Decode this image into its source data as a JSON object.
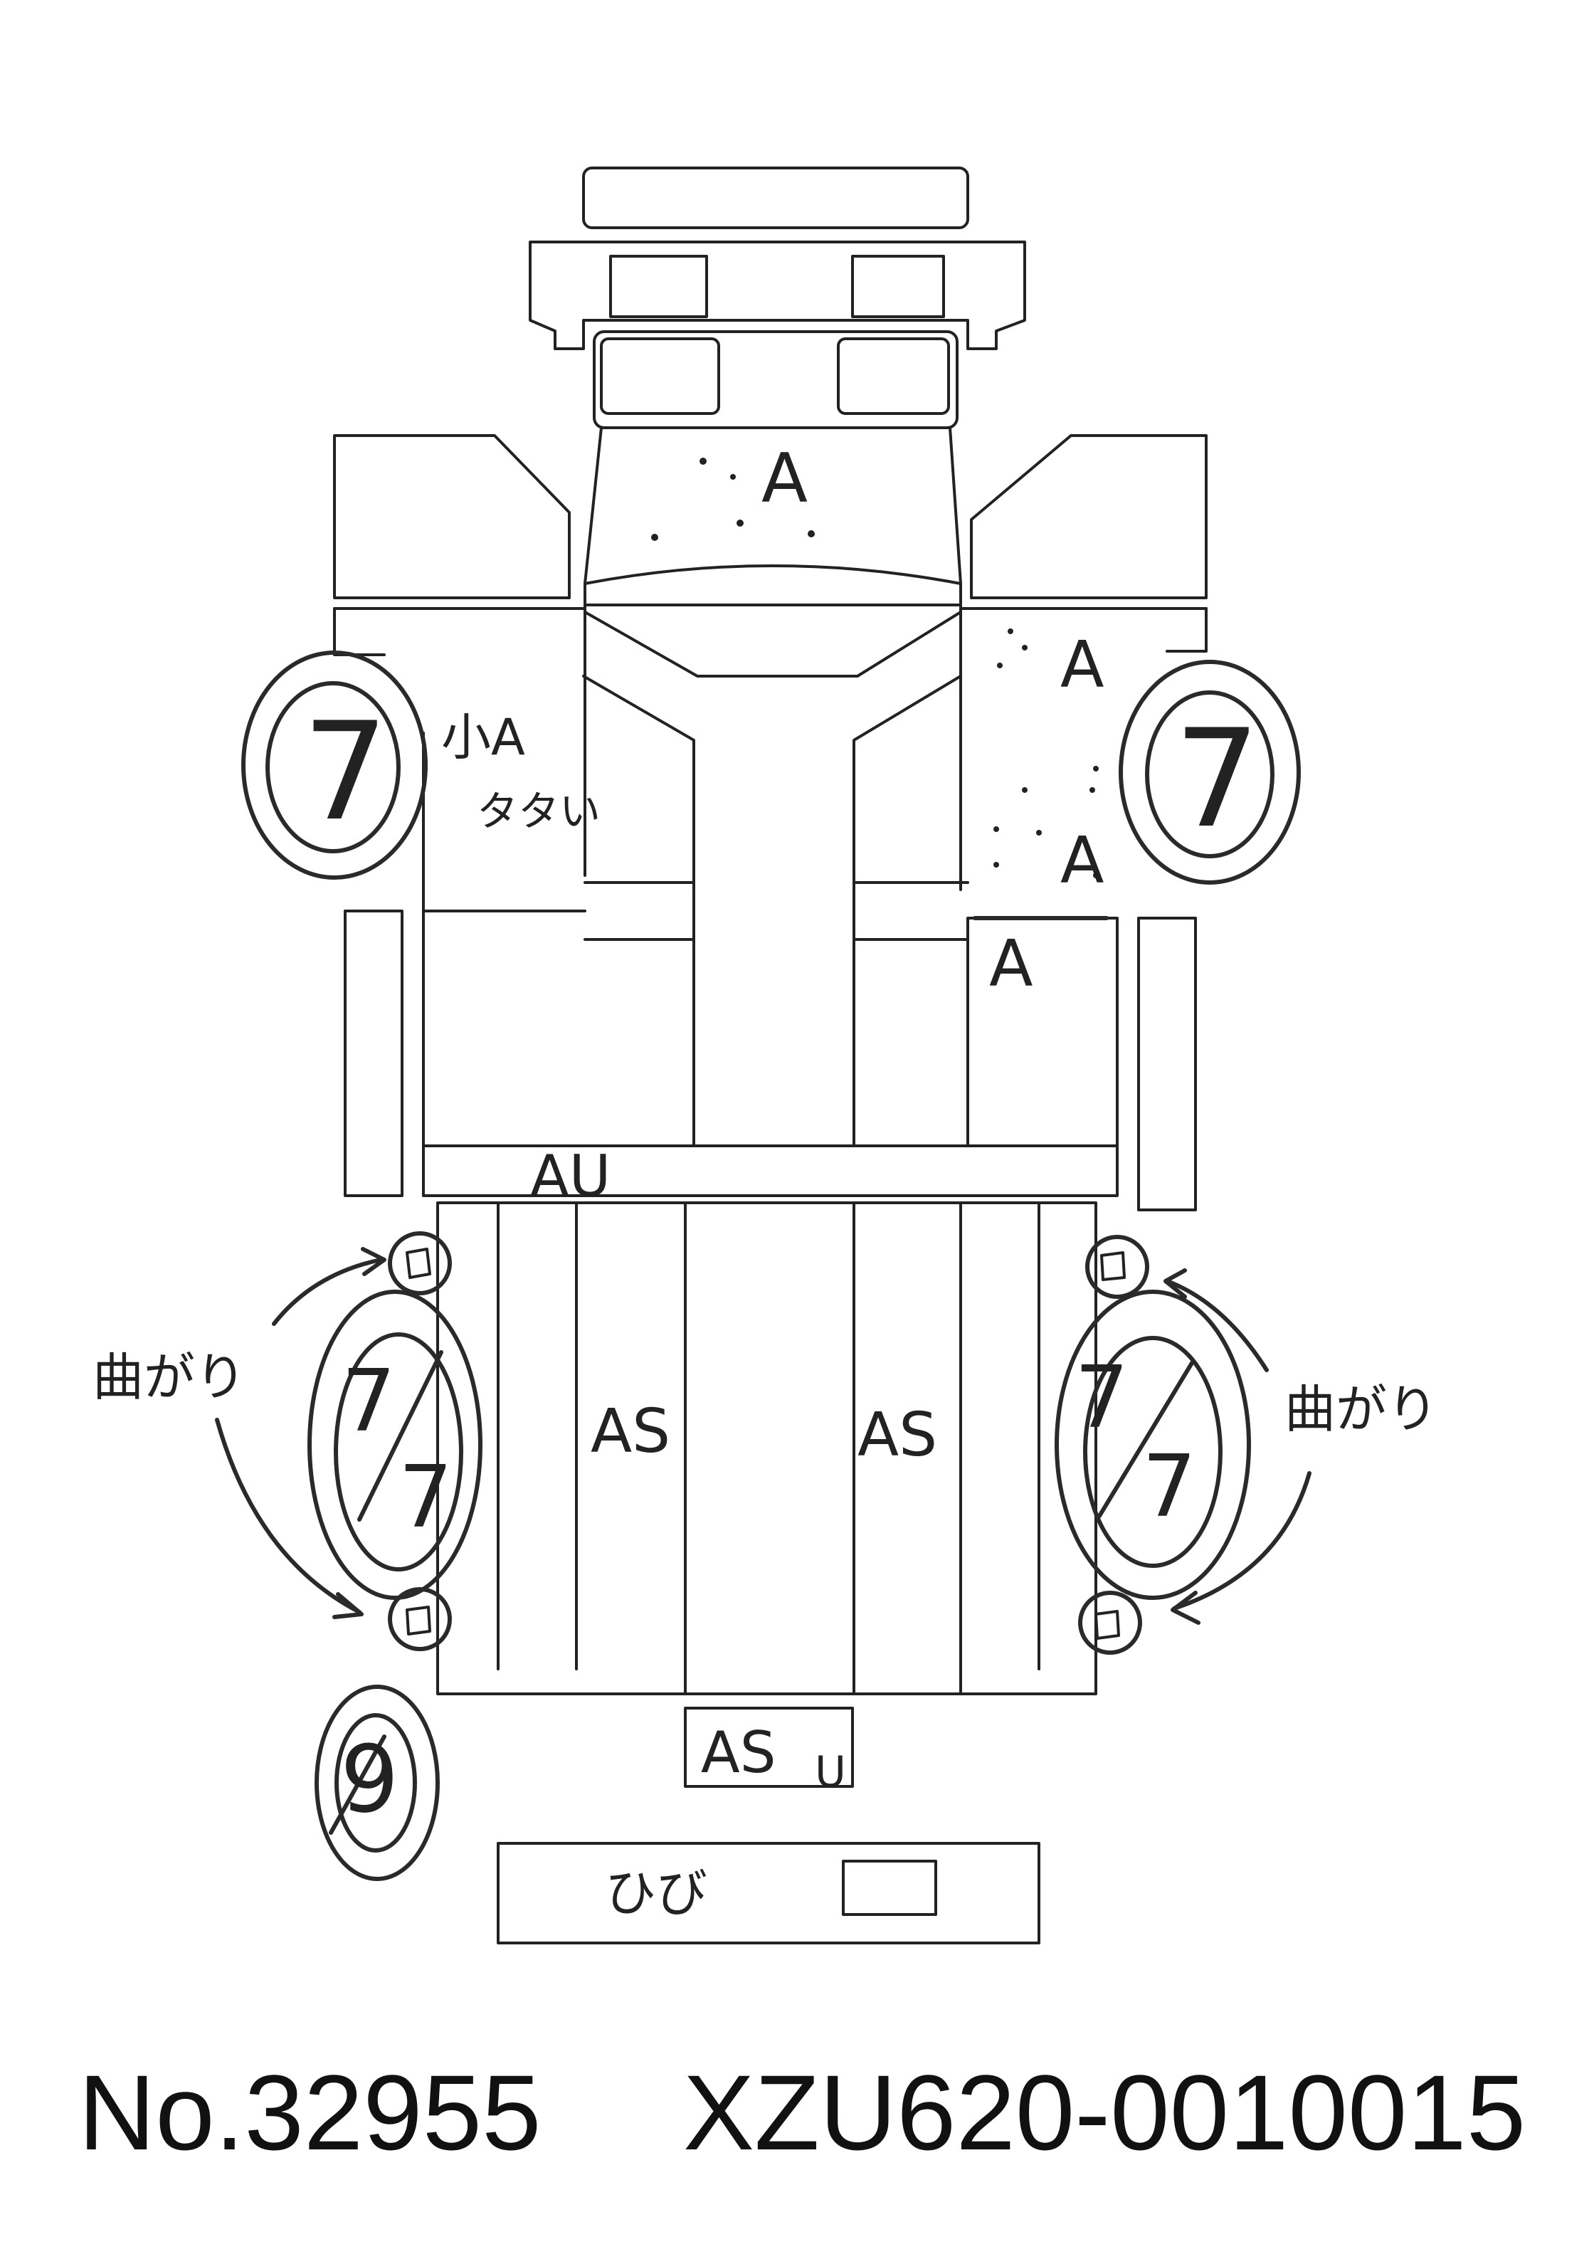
{
  "marks": {
    "hood_a": "A",
    "rf_fender_a": "A",
    "rf_door_a": "A",
    "r_rocker_a": "A",
    "lf_fender_a": "小A",
    "lf_fender_note": "タタい",
    "lf_wheel": "7",
    "rf_wheel": "7",
    "windshield_au": "AU",
    "roof_as_left": "AS",
    "roof_as_right": "AS",
    "lr_wheel_top": "7",
    "lr_wheel_bottom": "7",
    "rr_wheel_top": "7",
    "rr_wheel_bottom": "7",
    "left_bend": "曲がり",
    "right_bend": "曲がり",
    "rear_glass_as": "AS",
    "rear_glass_u": "U",
    "spare_tire": "9",
    "rear_bumper_note": "ひび"
  },
  "footer": {
    "stock_no": "No.32955",
    "chassis_no": "XZU620-0010015"
  },
  "colors": {
    "ink": "#222222",
    "paper": "#ffffff"
  }
}
